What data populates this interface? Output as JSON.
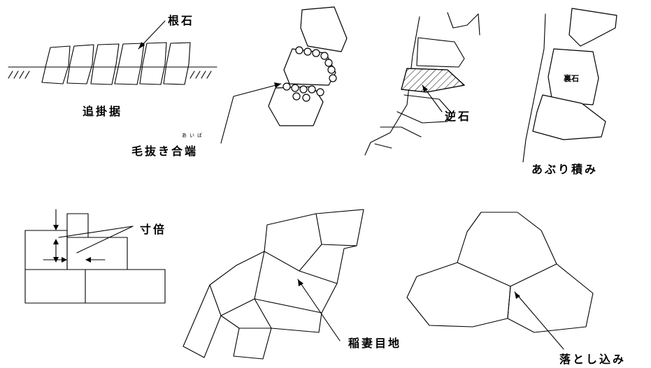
{
  "labels": {
    "neishi": "根石",
    "oikake": "追掛据",
    "kenuki": "毛抜き合端",
    "kenuki_ruby": "あいば",
    "sakaishi": "逆石",
    "uraishi": "裏石",
    "aburi": "あぶり積み",
    "sunbai": "寸倍",
    "inazuma": "稲妻目地",
    "otoshikomi": "落とし込み"
  }
}
